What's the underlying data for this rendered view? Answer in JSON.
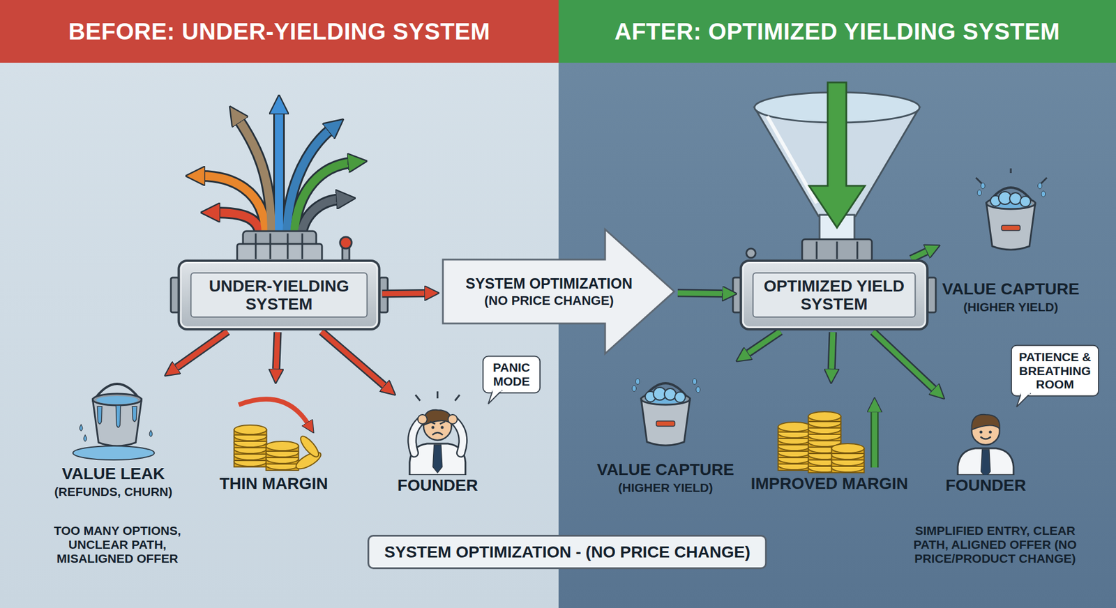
{
  "diagram": {
    "nodes": [
      {
        "text": [
          "BEFORE: UNDER-YIELDING SYSTEM"
        ]
      },
      {
        "text": [
          "AFTER: OPTIMIZED YIELDING SYSTEM"
        ]
      },
      {
        "text": [
          "UNDER-YIELDING SYSTEM"
        ]
      },
      {
        "text": [
          "SYSTEM OPTIMIZATION",
          "(NO PRICE CHANGE)"
        ]
      },
      {
        "text": [
          "OPTIMIZED YIELD SYSTEM"
        ]
      },
      {
        "text": [
          "VALUE CAPTURE",
          "(HIGHER YIELD)"
        ]
      },
      {
        "text": [
          "VALUE LEAK",
          "(REFUNDS, CHURN)"
        ]
      },
      {
        "text": [
          "THIN MARGIN"
        ]
      },
      {
        "text": [
          "PANIC MODE"
        ]
      },
      {
        "text": [
          "FOUNDER"
        ]
      },
      {
        "text": [
          "PATIENCE & BREATHING ROOM"
        ]
      },
      {
        "text": [
          "VALUE CAPTURE",
          "(HIGHER YIELD)"
        ]
      },
      {
        "text": [
          "IMPROVED MARGIN"
        ]
      },
      {
        "text": [
          "FOUNDER"
        ]
      },
      {
        "text": [
          "SYSTEM OPTIMIZATION - (NO PRICE CHANGE)"
        ]
      }
    ],
    "edges": [
      {
        "from": 2,
        "to": 3,
        "arrow": "to"
      },
      {
        "from": 3,
        "to": 4,
        "arrow": "to"
      },
      {
        "from": 2,
        "to": 6,
        "arrow": "to"
      },
      {
        "from": 2,
        "to": 7,
        "arrow": "to"
      },
      {
        "from": 2,
        "to": 9,
        "arrow": "to"
      },
      {
        "from": 4,
        "to": 5,
        "arrow": "to"
      },
      {
        "from": 4,
        "to": 11,
        "arrow": "to"
      },
      {
        "from": 4,
        "to": 12,
        "arrow": "to"
      },
      {
        "from": 4,
        "to": 13,
        "arrow": "to"
      }
    ],
    "labels": [
      "TOO MANY OPTIONS, UNCLEAR PATH, MISALIGNED OFFER",
      "SIMPLIFIED ENTRY, CLEAR PATH, ALIGNED OFFER (NO PRICE/PRODUCT CHANGE)"
    ]
  }
}
